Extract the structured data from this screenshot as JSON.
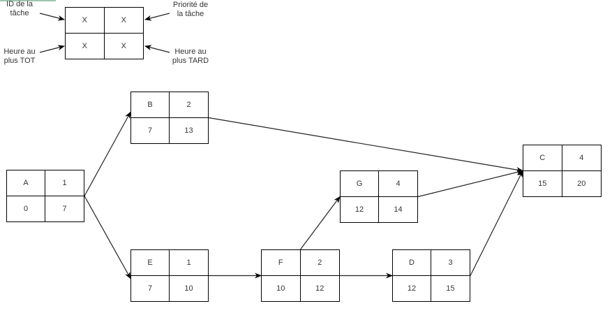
{
  "legend": {
    "cells": [
      "X",
      "X",
      "X",
      "X"
    ],
    "labels": {
      "id": [
        "ID de la",
        "tâche"
      ],
      "priority": [
        "Priorité de",
        "la tâche"
      ],
      "earliest": [
        "Heure au",
        "plus TOT"
      ],
      "latest": [
        "Heure au",
        "plus TARD"
      ]
    }
  },
  "tasks": {
    "A": {
      "id": "A",
      "priority": "1",
      "earliest": "0",
      "latest": "7"
    },
    "B": {
      "id": "B",
      "priority": "2",
      "earliest": "7",
      "latest": "13"
    },
    "C": {
      "id": "C",
      "priority": "4",
      "earliest": "15",
      "latest": "20"
    },
    "D": {
      "id": "D",
      "priority": "3",
      "earliest": "12",
      "latest": "15"
    },
    "E": {
      "id": "E",
      "priority": "1",
      "earliest": "7",
      "latest": "10"
    },
    "F": {
      "id": "F",
      "priority": "2",
      "earliest": "10",
      "latest": "12"
    },
    "G": {
      "id": "G",
      "priority": "4",
      "earliest": "12",
      "latest": "14"
    }
  },
  "edges": [
    {
      "from": "A",
      "to": "B"
    },
    {
      "from": "A",
      "to": "E"
    },
    {
      "from": "B",
      "to": "C"
    },
    {
      "from": "E",
      "to": "F"
    },
    {
      "from": "F",
      "to": "G"
    },
    {
      "from": "F",
      "to": "D"
    },
    {
      "from": "G",
      "to": "C"
    },
    {
      "from": "D",
      "to": "C"
    }
  ]
}
